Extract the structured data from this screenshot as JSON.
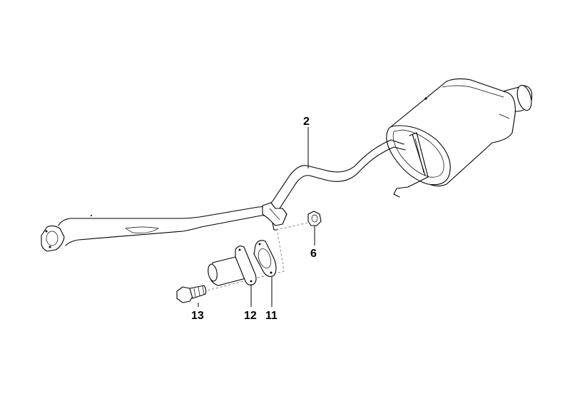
{
  "diagram": {
    "parts": [
      {
        "id": "rear-silencer-pipe",
        "label": "2"
      },
      {
        "id": "nut",
        "label": "6"
      },
      {
        "id": "gasket",
        "label": "11"
      },
      {
        "id": "flange-sleeve",
        "label": "12"
      },
      {
        "id": "hex-bolt",
        "label": "13"
      }
    ]
  }
}
